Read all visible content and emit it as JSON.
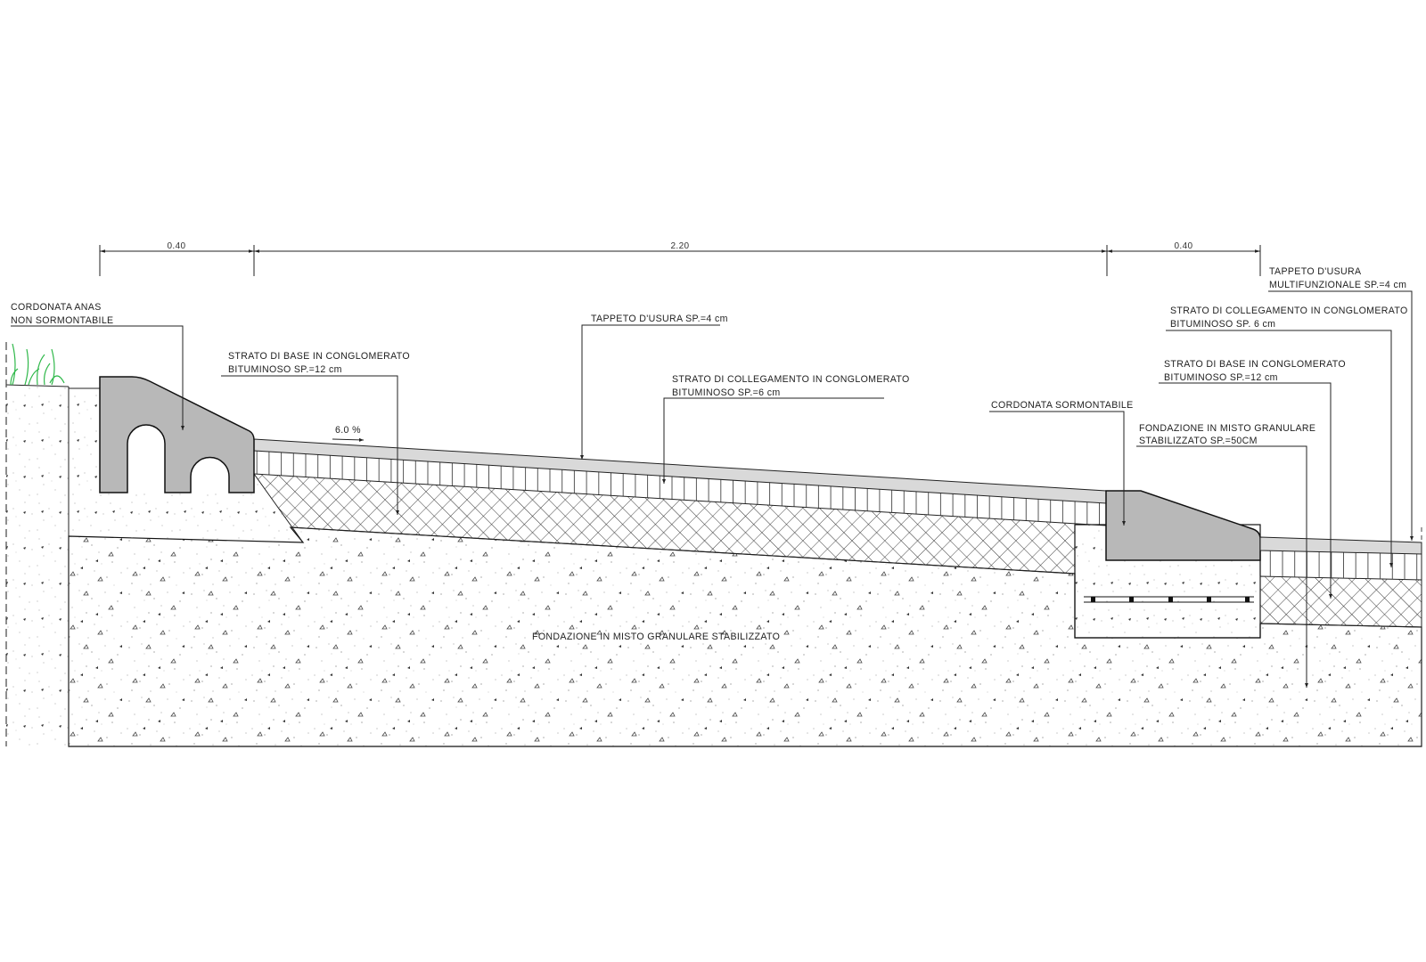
{
  "drawing": {
    "dimensions": [
      "0.40",
      "2.20",
      "0.40"
    ],
    "slope_label": "6.0 %",
    "labels": {
      "curb_anas_1": "CORDONATA ANAS",
      "curb_anas_2": "NON SORMONTABILE",
      "base_left_1": "STRATO DI BASE IN CONGLOMERATO",
      "base_left_2": "BITUMINOSO SP.=12 cm",
      "wearing_mid": "TAPPETO D'USURA SP.=4 cm",
      "binder_mid_1": "STRATO DI COLLEGAMENTO IN CONGLOMERATO",
      "binder_mid_2": "BITUMINOSO  SP.=6 cm",
      "foundation_mid": "FONDAZIONE IN MISTO GRANULARE STABILIZZATO",
      "curb_mountable": "CORDONATA SORMONTABILE",
      "wearing_right_1": "TAPPETO D'USURA",
      "wearing_right_2": "MULTIFUNZIONALE SP.=4 cm",
      "binder_right_1": "STRATO DI COLLEGAMENTO IN CONGLOMERATO",
      "binder_right_2": "BITUMINOSO  SP. 6 cm",
      "base_right_1": "STRATO DI BASE IN CONGLOMERATO",
      "base_right_2": "BITUMINOSO SP.=12 cm",
      "foundation_right_1": "FONDAZIONE IN MISTO GRANULARE",
      "foundation_right_2": "STABILIZZATO SP.=50CM"
    },
    "colors": {
      "curb": "#b8b8b8",
      "wearing": "#d9d9d9",
      "grass": "#2fb84a",
      "line": "#222222"
    }
  }
}
